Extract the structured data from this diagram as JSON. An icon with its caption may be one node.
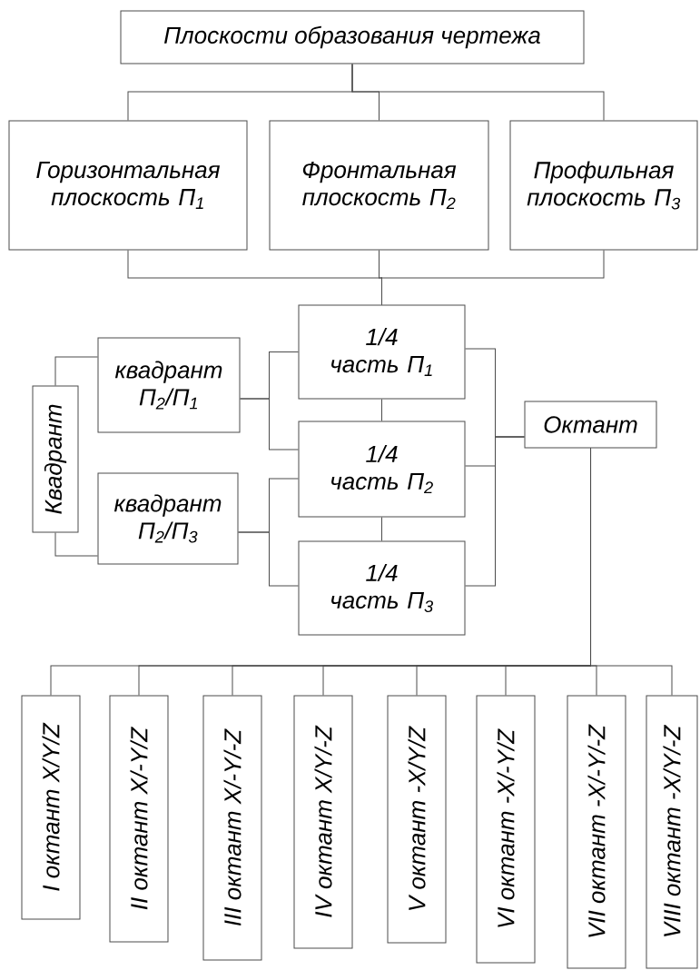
{
  "diagram": {
    "nodes": [
      {
        "text": [
          "Плоскости образования чертежа"
        ]
      },
      {
        "text": [
          "Горизонтальная плоскость П$_{1}$"
        ]
      },
      {
        "text": [
          "Фронтальная плоскость П$_{2}$"
        ]
      },
      {
        "text": [
          "Профильная плоскость П$_{3}$"
        ]
      },
      {
        "text": [
          "1/4 часть П$_{1}$"
        ]
      },
      {
        "text": [
          "1/4 часть П$_{2}$"
        ]
      },
      {
        "text": [
          "1/4 часть П$_{3}$"
        ]
      },
      {
        "text": [
          "квадрант П$_{2}$/П$_{1}$"
        ]
      },
      {
        "text": [
          "квадрант П$_{2}$/П$_{3}$"
        ]
      },
      {
        "text": [
          "Квадрант"
        ]
      },
      {
        "text": [
          "Октант"
        ]
      },
      {
        "text": [
          "I октант X/Y/Z"
        ]
      },
      {
        "text": [
          "II октант X/-Y/Z"
        ]
      },
      {
        "text": [
          "III октант X/-Y/-Z"
        ]
      },
      {
        "text": [
          "IV октант X/Y/-Z"
        ]
      },
      {
        "text": [
          "V октант -X/Y/Z"
        ]
      },
      {
        "text": [
          "VI октант -X/-Y/Z"
        ]
      },
      {
        "text": [
          "VII октант -X/-Y/-Z"
        ]
      },
      {
        "text": [
          "VIII октант -X/Y/-Z"
        ]
      }
    ],
    "edges": [
      {
        "from": 0,
        "to": 1,
        "arrow": "none"
      },
      {
        "from": 0,
        "to": 2,
        "arrow": "none"
      },
      {
        "from": 0,
        "to": 3,
        "arrow": "none"
      },
      {
        "from": 1,
        "to": 4,
        "arrow": "none"
      },
      {
        "from": 2,
        "to": 4,
        "arrow": "none"
      },
      {
        "from": 3,
        "to": 4,
        "arrow": "none"
      },
      {
        "from": 4,
        "to": 5,
        "arrow": "none"
      },
      {
        "from": 5,
        "to": 6,
        "arrow": "none"
      },
      {
        "from": 7,
        "to": 4,
        "arrow": "none"
      },
      {
        "from": 7,
        "to": 5,
        "arrow": "none"
      },
      {
        "from": 8,
        "to": 5,
        "arrow": "none"
      },
      {
        "from": 8,
        "to": 6,
        "arrow": "none"
      },
      {
        "from": 9,
        "to": 7,
        "arrow": "none"
      },
      {
        "from": 9,
        "to": 8,
        "arrow": "none"
      },
      {
        "from": 4,
        "to": 10,
        "arrow": "none"
      },
      {
        "from": 5,
        "to": 10,
        "arrow": "none"
      },
      {
        "from": 6,
        "to": 10,
        "arrow": "none"
      },
      {
        "from": 10,
        "to": 11,
        "arrow": "none"
      },
      {
        "from": 10,
        "to": 12,
        "arrow": "none"
      },
      {
        "from": 10,
        "to": 13,
        "arrow": "none"
      },
      {
        "from": 10,
        "to": 14,
        "arrow": "none"
      },
      {
        "from": 10,
        "to": 15,
        "arrow": "none"
      },
      {
        "from": 10,
        "to": 16,
        "arrow": "none"
      },
      {
        "from": 10,
        "to": 17,
        "arrow": "none"
      },
      {
        "from": 10,
        "to": 18,
        "arrow": "none"
      }
    ]
  }
}
